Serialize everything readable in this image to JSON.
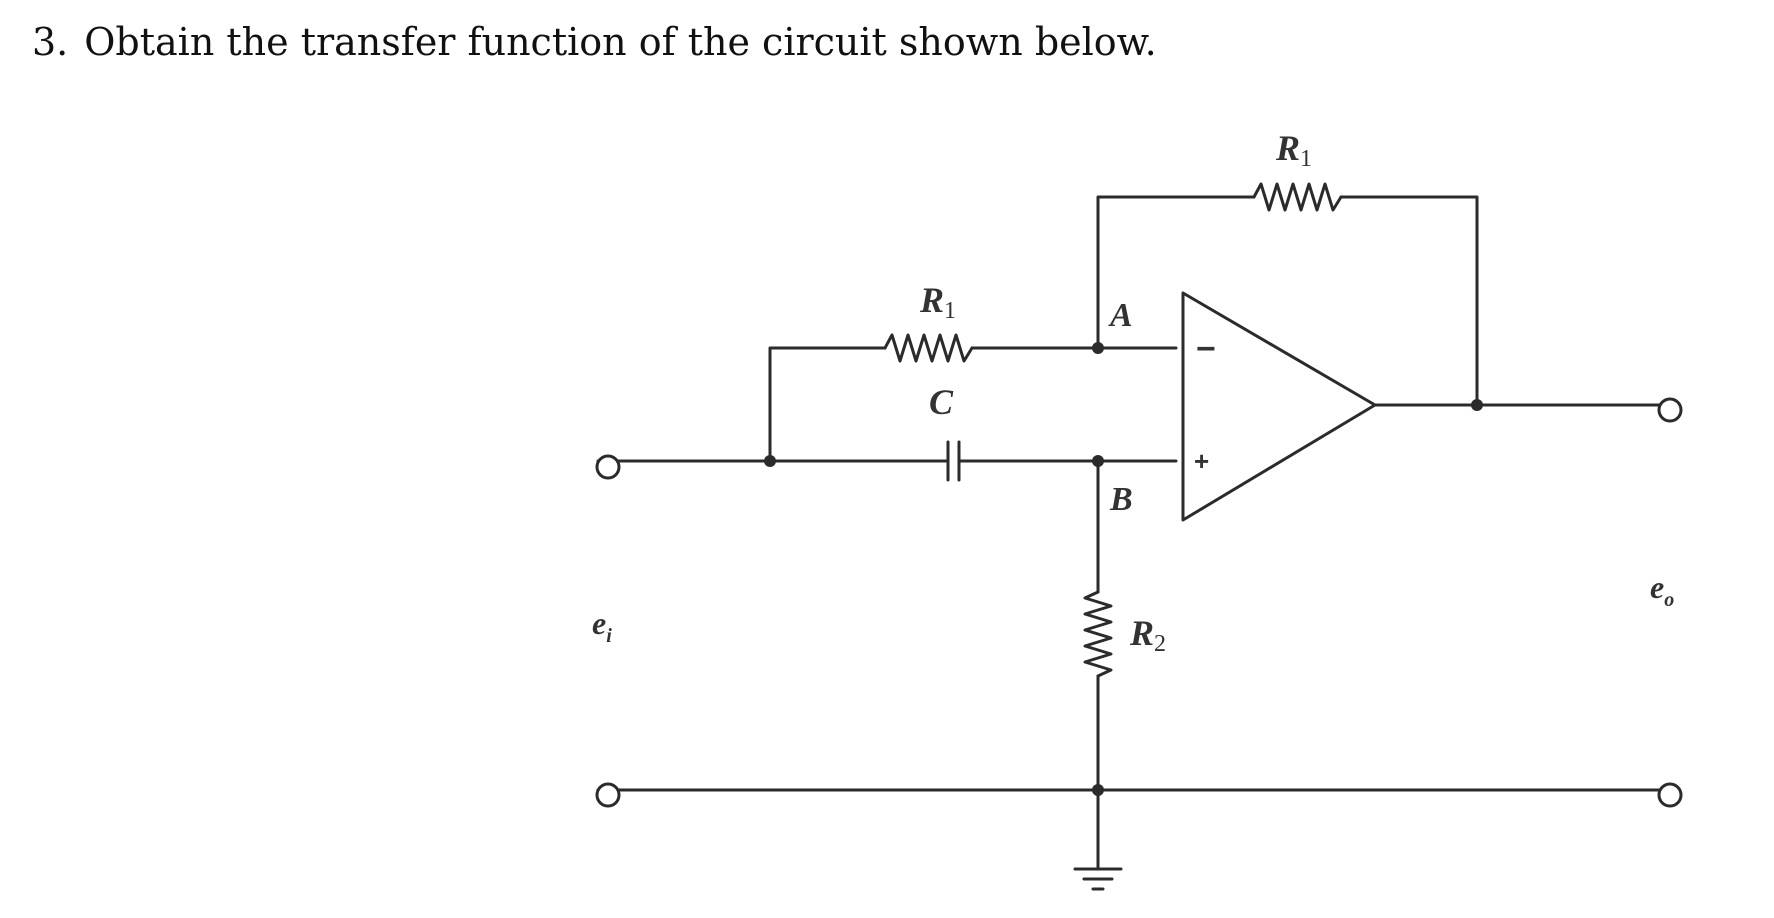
{
  "question": {
    "number": "3.",
    "text": "Obtain the transfer function of the circuit shown below."
  },
  "circuit": {
    "labels": {
      "r1_feedback": {
        "main": "R",
        "sub": "1"
      },
      "r1_input": {
        "main": "R",
        "sub": "1"
      },
      "capacitor": "C",
      "r2": {
        "main": "R",
        "sub": "2"
      },
      "node_a": "A",
      "node_b": "B",
      "input_voltage": {
        "main": "e",
        "sub": "i"
      },
      "output_voltage": {
        "main": "e",
        "sub": "o"
      },
      "inverting_sign": "−",
      "noninverting_sign": "+"
    },
    "components": [
      {
        "id": "R1_feedback",
        "type": "resistor",
        "label": "R1"
      },
      {
        "id": "R1_input",
        "type": "resistor",
        "label": "R1"
      },
      {
        "id": "C",
        "type": "capacitor",
        "label": "C"
      },
      {
        "id": "R2",
        "type": "resistor",
        "label": "R2"
      },
      {
        "id": "opamp",
        "type": "operational-amplifier"
      },
      {
        "id": "ground",
        "type": "ground"
      }
    ],
    "colors": {
      "wire": "#2b2b2b",
      "text": "#333333"
    }
  }
}
